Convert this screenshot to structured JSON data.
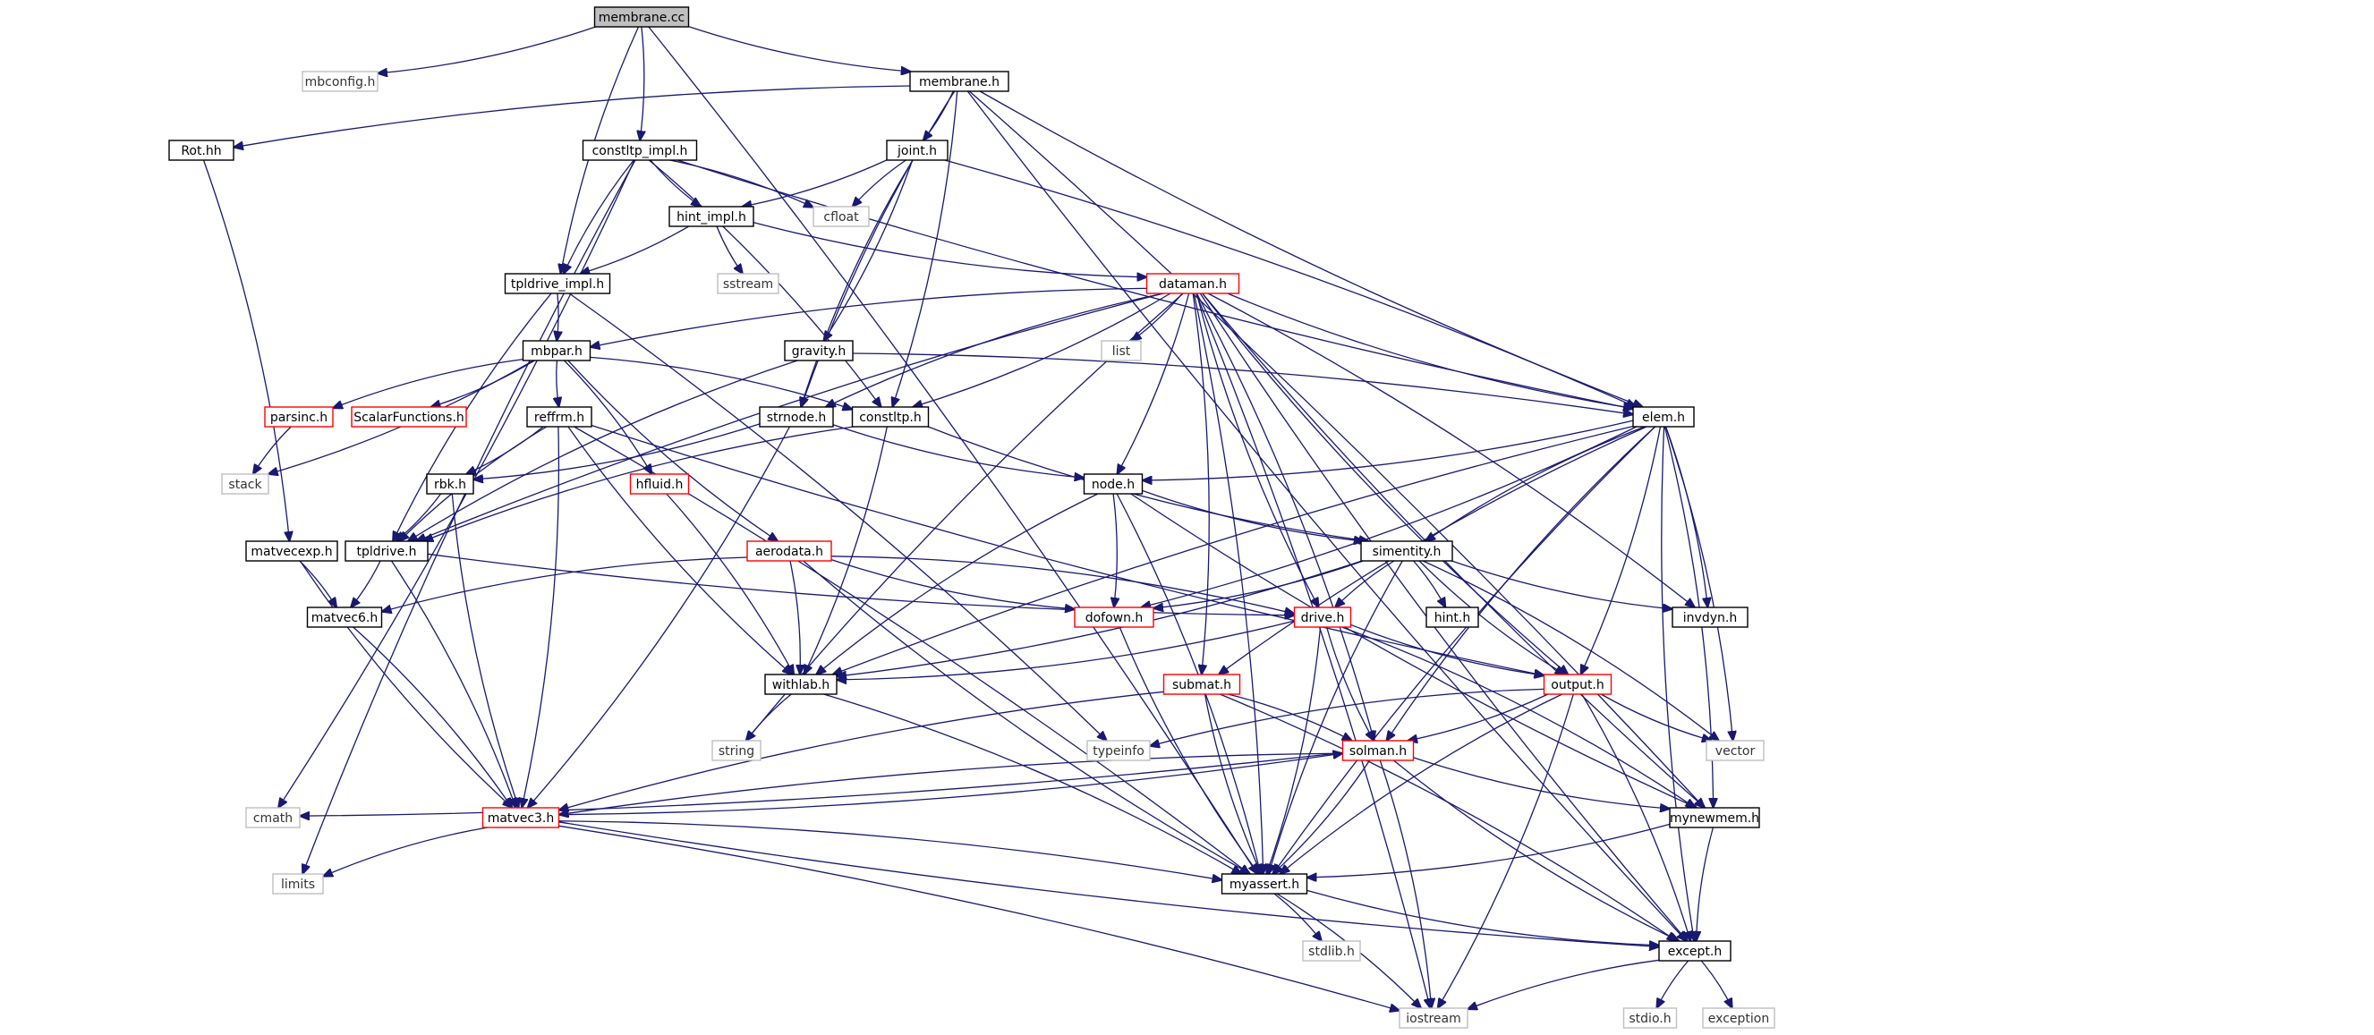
{
  "title": "membrane.cc",
  "colors": {
    "root_fill": "#bfbfbf",
    "local_border": "#000000",
    "incomplete_border": "#ff0000",
    "system_border": "#bfbfbf",
    "edge": "#191970"
  },
  "nodes": [
    {
      "id": "membrane_cc",
      "label": "membrane.cc",
      "kind": "root"
    },
    {
      "id": "mbconfig",
      "label": "mbconfig.h",
      "kind": "system"
    },
    {
      "id": "membrane_h",
      "label": "membrane.h",
      "kind": "local"
    },
    {
      "id": "rot",
      "label": "Rot.hh",
      "kind": "local"
    },
    {
      "id": "constltp_impl",
      "label": "constltp_impl.h",
      "kind": "local"
    },
    {
      "id": "joint",
      "label": "joint.h",
      "kind": "local"
    },
    {
      "id": "hint_impl",
      "label": "hint_impl.h",
      "kind": "local"
    },
    {
      "id": "cfloat",
      "label": "cfloat",
      "kind": "system"
    },
    {
      "id": "sstream",
      "label": "sstream",
      "kind": "system"
    },
    {
      "id": "tpldrive_impl",
      "label": "tpldrive_impl.h",
      "kind": "local"
    },
    {
      "id": "dataman",
      "label": "dataman.h",
      "kind": "incomplete"
    },
    {
      "id": "mbpar",
      "label": "mbpar.h",
      "kind": "local"
    },
    {
      "id": "gravity",
      "label": "gravity.h",
      "kind": "local"
    },
    {
      "id": "list",
      "label": "list",
      "kind": "system"
    },
    {
      "id": "parsinc",
      "label": "parsinc.h",
      "kind": "incomplete"
    },
    {
      "id": "scalarfunctions",
      "label": "ScalarFunctions.h",
      "kind": "incomplete"
    },
    {
      "id": "reffrm",
      "label": "reffrm.h",
      "kind": "local"
    },
    {
      "id": "strnode",
      "label": "strnode.h",
      "kind": "local"
    },
    {
      "id": "constltp",
      "label": "constltp.h",
      "kind": "local"
    },
    {
      "id": "elem",
      "label": "elem.h",
      "kind": "local"
    },
    {
      "id": "stack",
      "label": "stack",
      "kind": "system"
    },
    {
      "id": "rbk",
      "label": "rbk.h",
      "kind": "local"
    },
    {
      "id": "hfluid",
      "label": "hfluid.h",
      "kind": "incomplete"
    },
    {
      "id": "node",
      "label": "node.h",
      "kind": "local"
    },
    {
      "id": "matvecexp",
      "label": "matvecexp.h",
      "kind": "local"
    },
    {
      "id": "tpldrive",
      "label": "tpldrive.h",
      "kind": "local"
    },
    {
      "id": "aerodata",
      "label": "aerodata.h",
      "kind": "incomplete"
    },
    {
      "id": "simentity",
      "label": "simentity.h",
      "kind": "local"
    },
    {
      "id": "matvec6",
      "label": "matvec6.h",
      "kind": "local"
    },
    {
      "id": "dofown",
      "label": "dofown.h",
      "kind": "incomplete"
    },
    {
      "id": "drive",
      "label": "drive.h",
      "kind": "incomplete"
    },
    {
      "id": "hint",
      "label": "hint.h",
      "kind": "local"
    },
    {
      "id": "invdyn",
      "label": "invdyn.h",
      "kind": "local"
    },
    {
      "id": "withlab",
      "label": "withlab.h",
      "kind": "local"
    },
    {
      "id": "submat",
      "label": "submat.h",
      "kind": "incomplete"
    },
    {
      "id": "output",
      "label": "output.h",
      "kind": "incomplete"
    },
    {
      "id": "string",
      "label": "string",
      "kind": "system"
    },
    {
      "id": "typeinfo",
      "label": "typeinfo",
      "kind": "system"
    },
    {
      "id": "solman",
      "label": "solman.h",
      "kind": "incomplete"
    },
    {
      "id": "vector",
      "label": "vector",
      "kind": "system"
    },
    {
      "id": "cmath",
      "label": "cmath",
      "kind": "system"
    },
    {
      "id": "matvec3",
      "label": "matvec3.h",
      "kind": "incomplete"
    },
    {
      "id": "mynewmem",
      "label": "mynewmem.h",
      "kind": "local"
    },
    {
      "id": "limits",
      "label": "limits",
      "kind": "system"
    },
    {
      "id": "myassert",
      "label": "myassert.h",
      "kind": "local"
    },
    {
      "id": "stdlib",
      "label": "stdlib.h",
      "kind": "system"
    },
    {
      "id": "except",
      "label": "except.h",
      "kind": "local"
    },
    {
      "id": "iostream",
      "label": "iostream",
      "kind": "system"
    },
    {
      "id": "stdio",
      "label": "stdio.h",
      "kind": "system"
    },
    {
      "id": "exception",
      "label": "exception",
      "kind": "system"
    }
  ],
  "edges": [
    [
      "membrane_cc",
      "mbconfig"
    ],
    [
      "membrane_cc",
      "membrane_h"
    ],
    [
      "membrane_cc",
      "constltp_impl"
    ],
    [
      "membrane_cc",
      "tpldrive_impl"
    ],
    [
      "membrane_cc",
      "myassert"
    ],
    [
      "membrane_h",
      "rot"
    ],
    [
      "membrane_h",
      "joint"
    ],
    [
      "membrane_h",
      "strnode"
    ],
    [
      "membrane_h",
      "constltp"
    ],
    [
      "membrane_h",
      "elem"
    ],
    [
      "membrane_h",
      "mynewmem"
    ],
    [
      "membrane_h",
      "except"
    ],
    [
      "rot",
      "matvecexp"
    ],
    [
      "constltp_impl",
      "hint_impl"
    ],
    [
      "constltp_impl",
      "cfloat"
    ],
    [
      "constltp_impl",
      "tpldrive_impl"
    ],
    [
      "constltp_impl",
      "constltp"
    ],
    [
      "constltp_impl",
      "elem"
    ],
    [
      "constltp_impl",
      "cmath"
    ],
    [
      "constltp_impl",
      "limits"
    ],
    [
      "joint",
      "hint_impl"
    ],
    [
      "joint",
      "cfloat"
    ],
    [
      "joint",
      "gravity"
    ],
    [
      "joint",
      "strnode"
    ],
    [
      "joint",
      "elem"
    ],
    [
      "hint_impl",
      "sstream"
    ],
    [
      "hint_impl",
      "tpldrive_impl"
    ],
    [
      "hint_impl",
      "dataman"
    ],
    [
      "tpldrive_impl",
      "mbpar"
    ],
    [
      "tpldrive_impl",
      "tpldrive"
    ],
    [
      "tpldrive_impl",
      "typeinfo"
    ],
    [
      "dataman",
      "mbpar"
    ],
    [
      "dataman",
      "list"
    ],
    [
      "dataman",
      "strnode"
    ],
    [
      "dataman",
      "constltp"
    ],
    [
      "dataman",
      "elem"
    ],
    [
      "dataman",
      "node"
    ],
    [
      "dataman",
      "drive"
    ],
    [
      "dataman",
      "submat"
    ],
    [
      "dataman",
      "string"
    ],
    [
      "dataman",
      "invdyn"
    ],
    [
      "dataman",
      "output"
    ],
    [
      "dataman",
      "solman"
    ],
    [
      "dataman",
      "mynewmem"
    ],
    [
      "dataman",
      "myassert"
    ],
    [
      "dataman",
      "except"
    ],
    [
      "dataman",
      "iostream"
    ],
    [
      "dataman",
      "tpldrive"
    ],
    [
      "mbpar",
      "stack"
    ],
    [
      "mbpar",
      "parsinc"
    ],
    [
      "mbpar",
      "scalarfunctions"
    ],
    [
      "mbpar",
      "reffrm"
    ],
    [
      "mbpar",
      "hfluid"
    ],
    [
      "mbpar",
      "aerodata"
    ],
    [
      "mbpar",
      "constltp"
    ],
    [
      "gravity",
      "tpldrive"
    ],
    [
      "gravity",
      "elem"
    ],
    [
      "parsinc",
      "stack"
    ],
    [
      "reffrm",
      "rbk"
    ],
    [
      "reffrm",
      "tpldrive"
    ],
    [
      "reffrm",
      "matvec3"
    ],
    [
      "reffrm",
      "withlab"
    ],
    [
      "reffrm",
      "myassert"
    ],
    [
      "reffrm",
      "output"
    ],
    [
      "strnode",
      "rbk"
    ],
    [
      "strnode",
      "node"
    ],
    [
      "strnode",
      "matvec3"
    ],
    [
      "constltp",
      "tpldrive"
    ],
    [
      "constltp",
      "withlab"
    ],
    [
      "constltp",
      "simentity"
    ],
    [
      "elem",
      "node"
    ],
    [
      "elem",
      "simentity"
    ],
    [
      "elem",
      "dofown"
    ],
    [
      "elem",
      "submat"
    ],
    [
      "elem",
      "invdyn"
    ],
    [
      "elem",
      "withlab"
    ],
    [
      "elem",
      "output"
    ],
    [
      "elem",
      "solman"
    ],
    [
      "elem",
      "vector"
    ],
    [
      "elem",
      "except"
    ],
    [
      "elem",
      "mynewmem"
    ],
    [
      "elem",
      "myassert"
    ],
    [
      "rbk",
      "tpldrive"
    ],
    [
      "rbk",
      "matvec3"
    ],
    [
      "hfluid",
      "withlab"
    ],
    [
      "node",
      "simentity"
    ],
    [
      "node",
      "dofown"
    ],
    [
      "node",
      "withlab"
    ],
    [
      "node",
      "myassert"
    ],
    [
      "node",
      "mynewmem"
    ],
    [
      "matvecexp",
      "matvec6"
    ],
    [
      "matvecexp",
      "matvec3"
    ],
    [
      "tpldrive",
      "matvec6"
    ],
    [
      "tpldrive",
      "drive"
    ],
    [
      "tpldrive",
      "matvec3"
    ],
    [
      "aerodata",
      "matvec6"
    ],
    [
      "aerodata",
      "withlab"
    ],
    [
      "aerodata",
      "dofown"
    ],
    [
      "aerodata",
      "drive"
    ],
    [
      "aerodata",
      "myassert"
    ],
    [
      "simentity",
      "dofown"
    ],
    [
      "simentity",
      "drive"
    ],
    [
      "simentity",
      "hint"
    ],
    [
      "simentity",
      "invdyn"
    ],
    [
      "simentity",
      "withlab"
    ],
    [
      "simentity",
      "output"
    ],
    [
      "simentity",
      "vector"
    ],
    [
      "simentity",
      "myassert"
    ],
    [
      "matvec6",
      "matvec3"
    ],
    [
      "dofown",
      "myassert"
    ],
    [
      "drive",
      "withlab"
    ],
    [
      "drive",
      "solman"
    ],
    [
      "drive",
      "myassert"
    ],
    [
      "drive",
      "output"
    ],
    [
      "drive",
      "mynewmem"
    ],
    [
      "withlab",
      "string"
    ],
    [
      "withlab",
      "myassert"
    ],
    [
      "submat",
      "matvec3"
    ],
    [
      "submat",
      "solman"
    ],
    [
      "submat",
      "myassert"
    ],
    [
      "submat",
      "except"
    ],
    [
      "output",
      "typeinfo"
    ],
    [
      "output",
      "solman"
    ],
    [
      "output",
      "vector"
    ],
    [
      "output",
      "except"
    ],
    [
      "output",
      "myassert"
    ],
    [
      "output",
      "iostream"
    ],
    [
      "solman",
      "matvec3"
    ],
    [
      "solman",
      "cmath"
    ],
    [
      "solman",
      "mynewmem"
    ],
    [
      "solman",
      "myassert"
    ],
    [
      "solman",
      "except"
    ],
    [
      "solman",
      "iostream"
    ],
    [
      "matvec3",
      "limits"
    ],
    [
      "matvec3",
      "myassert"
    ],
    [
      "matvec3",
      "except"
    ],
    [
      "matvec3",
      "iostream"
    ],
    [
      "matvec3",
      "solman"
    ],
    [
      "mynewmem",
      "myassert"
    ],
    [
      "mynewmem",
      "except"
    ],
    [
      "myassert",
      "stdlib"
    ],
    [
      "myassert",
      "except"
    ],
    [
      "myassert",
      "iostream"
    ],
    [
      "except",
      "stdio"
    ],
    [
      "except",
      "exception"
    ],
    [
      "except",
      "iostream"
    ]
  ]
}
